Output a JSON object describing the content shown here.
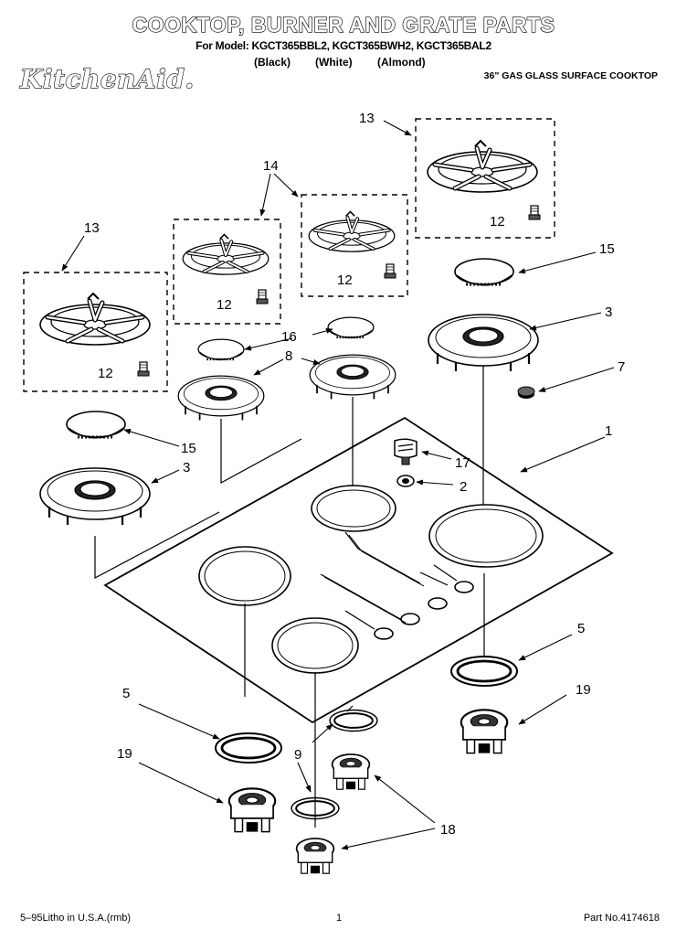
{
  "header": {
    "title": "COOKTOP, BURNER AND GRATE PARTS",
    "models": "For Model: KGCT365BBL2, KGCT365BWH2, KGCT365BAL2",
    "color_black": "(Black)",
    "color_white": "(White)",
    "color_almond": "(Almond)",
    "brand": "KitchenAid.",
    "subtitle": "36\" GAS GLASS SURFACE COOKTOP"
  },
  "callouts": {
    "c13a": "13",
    "c13b": "13",
    "c14": "14",
    "c12a": "12",
    "c12b": "12",
    "c12c": "12",
    "c12d": "12",
    "c15a": "15",
    "c15b": "15",
    "c16": "16",
    "c8": "8",
    "c3a": "3",
    "c3b": "3",
    "c7": "7",
    "c1": "1",
    "c17": "17",
    "c2": "2",
    "c5a": "5",
    "c5b": "5",
    "c19a": "19",
    "c19b": "19",
    "c9": "9",
    "c18": "18"
  },
  "footer": {
    "left": "5–95Litho in U.S.A.(rmb)",
    "center": "1",
    "right": "Part No.4174618"
  }
}
